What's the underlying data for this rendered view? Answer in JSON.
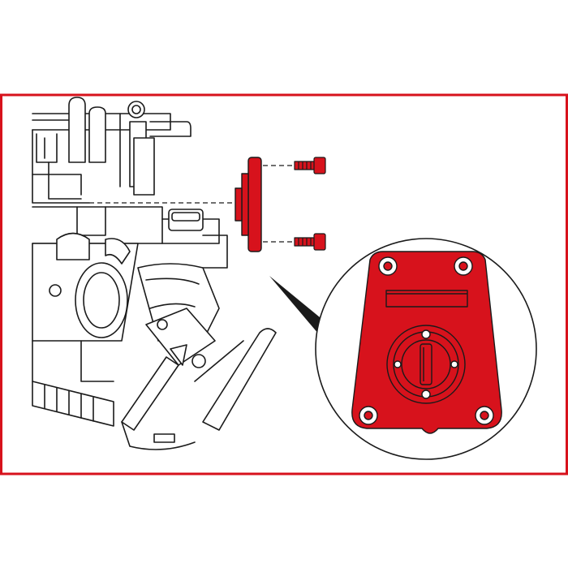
{
  "diagram": {
    "frame_color": "#d7121c",
    "part_color": "#d7121c",
    "line_color": "#1a1a1a",
    "background": "#ffffff",
    "engine_icon": "engine-line-drawing-icon",
    "plate_icon": "timing-locking-plate-icon",
    "bolt_icon": "bolt-icon",
    "bolt_count": 2,
    "plate_mounting_holes": 4,
    "magnifier": "circular-detail-callout"
  }
}
